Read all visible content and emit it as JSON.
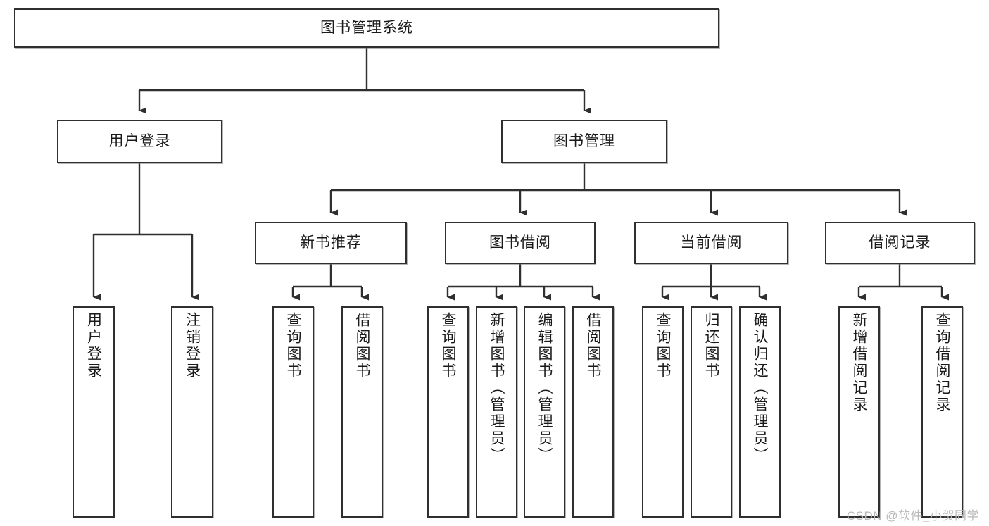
{
  "diagram": {
    "title": "图书管理系统",
    "type": "tree",
    "root": {
      "label": "图书管理系统"
    },
    "level2": [
      {
        "label": "用户登录"
      },
      {
        "label": "图书管理"
      }
    ],
    "level3": [
      {
        "label": "新书推荐"
      },
      {
        "label": "图书借阅"
      },
      {
        "label": "当前借阅"
      },
      {
        "label": "借阅记录"
      }
    ],
    "leaves": {
      "user_login": [
        {
          "label": "用户登录"
        },
        {
          "label": "注销登录"
        }
      ],
      "new_book_recommend": [
        {
          "label": "查询图书"
        },
        {
          "label": "借阅图书"
        }
      ],
      "book_borrow": [
        {
          "label": "查询图书"
        },
        {
          "label": "新增图书（管理员）"
        },
        {
          "label": "编辑图书（管理员）"
        },
        {
          "label": "借阅图书"
        }
      ],
      "current_borrow": [
        {
          "label": "查询图书"
        },
        {
          "label": "归还图书"
        },
        {
          "label": "确认归还（管理员）"
        }
      ],
      "borrow_record": [
        {
          "label": "新增借阅记录"
        },
        {
          "label": "查询借阅记录"
        }
      ]
    }
  },
  "watermark": {
    "text": "CSDN @软件_小贺同学"
  },
  "colors": {
    "stroke": "#2f2f2f",
    "fill": "#ffffff",
    "text": "#1a1a1a",
    "watermark": "#b9b9b9"
  }
}
